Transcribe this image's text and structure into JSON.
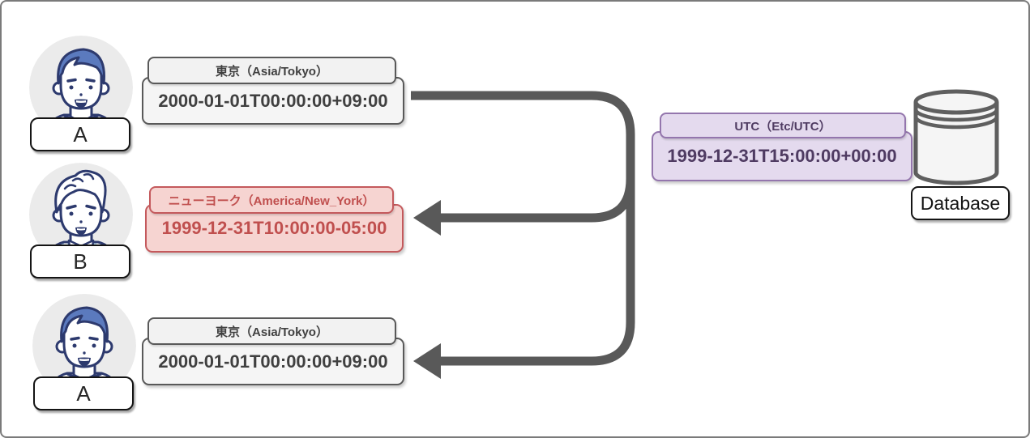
{
  "actors": [
    {
      "label": "A"
    },
    {
      "label": "B"
    },
    {
      "label": "A"
    }
  ],
  "timestamp_boxes": [
    {
      "zone": "東京（Asia/Tokyo）",
      "value": "2000-01-01T00:00:00+09:00",
      "theme": "gray"
    },
    {
      "zone": "ニューヨーク（America/New_York）",
      "value": "1999-12-31T10:00:00-05:00",
      "theme": "red"
    },
    {
      "zone": "東京（Asia/Tokyo）",
      "value": "2000-01-01T00:00:00+09:00",
      "theme": "gray"
    },
    {
      "zone": "UTC（Etc/UTC）",
      "value": "1999-12-31T15:00:00+00:00",
      "theme": "purple"
    }
  ],
  "database": {
    "label": "Database"
  },
  "colors": {
    "frame": "#7a7a7a",
    "arrow": "#595959",
    "gray_border": "#595959",
    "gray_bg": "#f5f5f5",
    "gray_text": "#404040",
    "red_border": "#c4595c",
    "red_bg": "#f6d4d1",
    "red_text": "#c04f4e",
    "purple_border": "#9476ad",
    "purple_bg": "#e4daee",
    "purple_text": "#4f3b62",
    "avatar_circle": "#ebebeb",
    "avatar_line": "#2d3a6e",
    "avatar_hair_blue": "#5b7abe"
  }
}
